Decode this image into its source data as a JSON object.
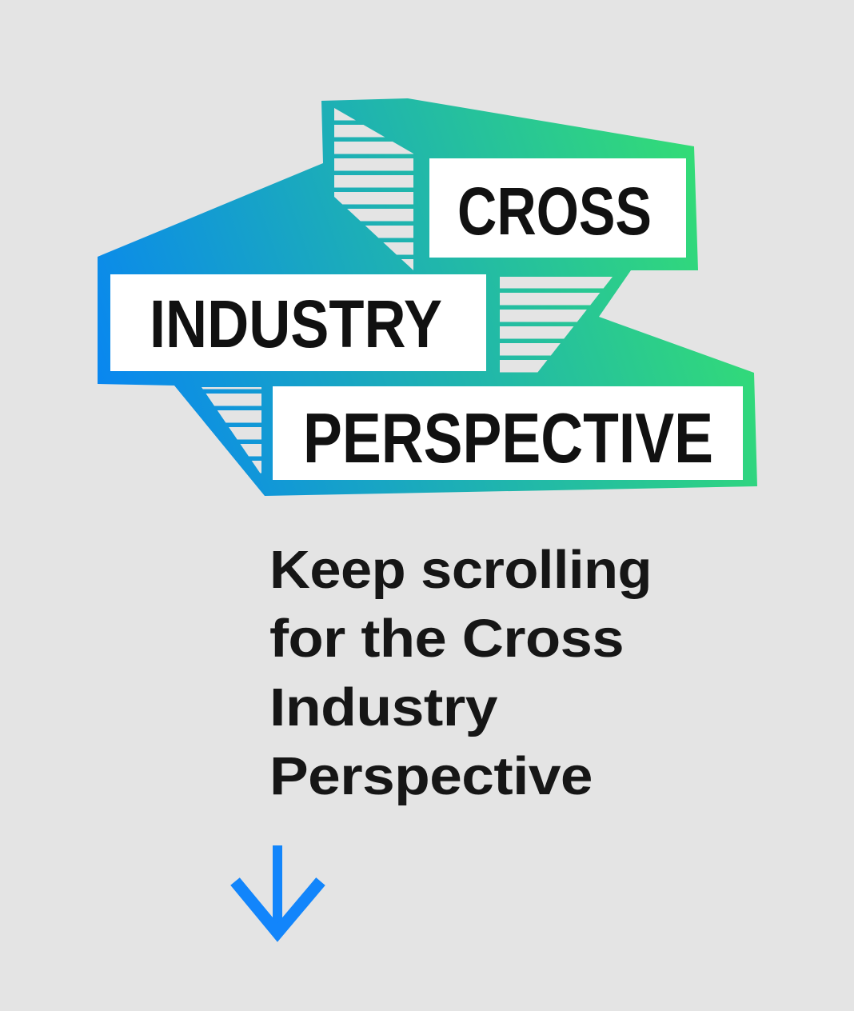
{
  "page": {
    "background_color": "#e4e4e4"
  },
  "logo": {
    "words": [
      "CROSS",
      "INDUSTRY",
      "PERSPECTIVE"
    ],
    "gradient_start": "#0885f2",
    "gradient_end": "#36e26d",
    "box_fill": "#ffffff",
    "text_color": "#111111"
  },
  "scroll_prompt": {
    "text": "Keep scrolling for the Cross Industry Perspective",
    "lines": [
      "Keep scrolling",
      "for the Cross",
      "Industry",
      "Perspective"
    ],
    "text_color": "#161616",
    "arrow_color": "#1285fb"
  }
}
